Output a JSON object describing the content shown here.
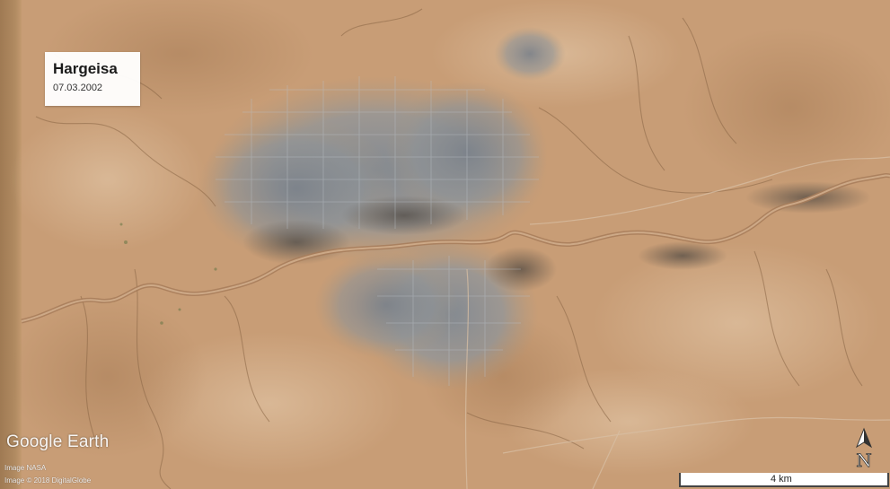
{
  "location": {
    "name": "Hargeisa",
    "date": "07.03.2002"
  },
  "branding": {
    "logo": "Google Earth"
  },
  "credits": [
    "Image NASA",
    "Image © 2018 DigitalGlobe"
  ],
  "scale": {
    "label": "4 km"
  },
  "compass": {
    "letter": "N",
    "icon": "north-arrow-icon"
  },
  "colors": {
    "terrain": "#c89d76",
    "urban": "#8f97a0",
    "river": "#a77c5a"
  }
}
